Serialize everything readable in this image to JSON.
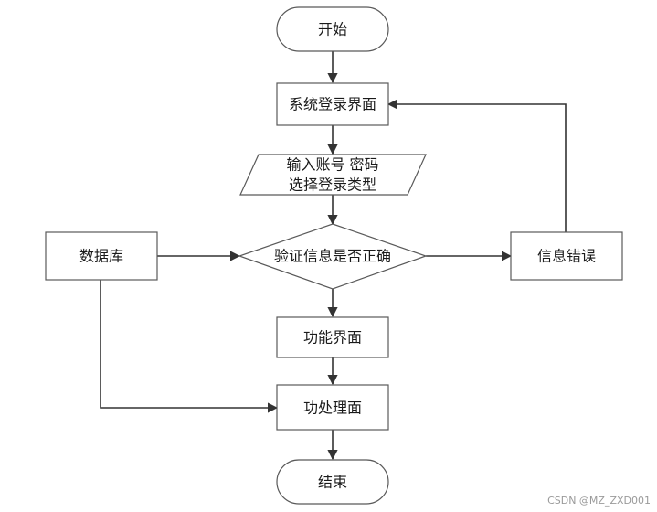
{
  "nodes": {
    "start": "开始",
    "login": "系统登录界面",
    "input_line1": "输入账号 密码",
    "input_line2": "选择登录类型",
    "verify": "验证信息是否正确",
    "database": "数据库",
    "error": "信息错误",
    "function_ui": "功能界面",
    "process_ui": "功处理面",
    "end": "结束"
  },
  "watermark": "CSDN @MZ_ZXD001"
}
